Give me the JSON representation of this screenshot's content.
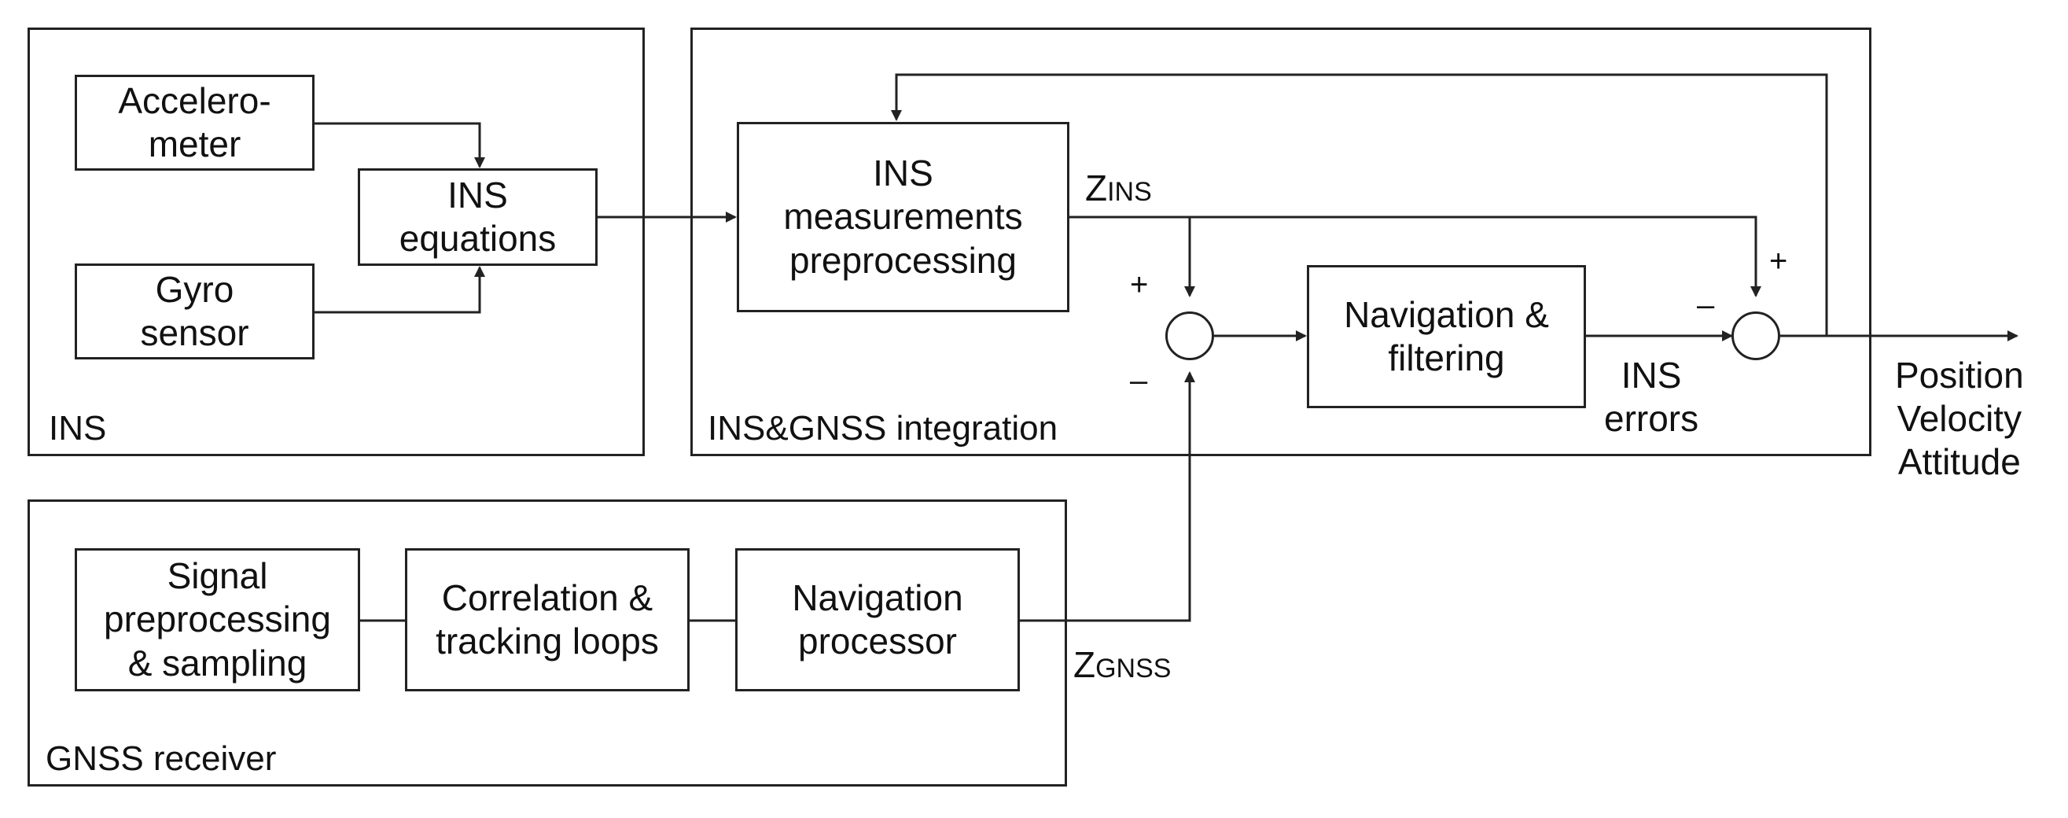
{
  "groups": {
    "ins": "INS",
    "integration": "INS&GNSS integration",
    "gnss": "GNSS receiver"
  },
  "blocks": {
    "accelerometer": [
      "Accelero-",
      "meter"
    ],
    "gyro": [
      "Gyro",
      "sensor"
    ],
    "ins_equations": [
      "INS",
      "equations"
    ],
    "ins_preprocessing": [
      "INS",
      "measurements",
      "preprocessing"
    ],
    "nav_filtering": [
      "Navigation &",
      "filtering"
    ],
    "signal_preprocessing": [
      "Signal",
      "preprocessing",
      "& sampling"
    ],
    "correlation": [
      "Correlation &",
      "tracking loops"
    ],
    "nav_processor": [
      "Navigation",
      "processor"
    ]
  },
  "labels": {
    "z_ins_main": "Z",
    "z_ins_sub": "INS",
    "z_gnss_main": "Z",
    "z_gnss_sub": "GNSS",
    "ins_errors": [
      "INS",
      "errors"
    ],
    "output": [
      "Position",
      "Velocity",
      "Attitude"
    ],
    "plus": "+",
    "minus": "–"
  }
}
